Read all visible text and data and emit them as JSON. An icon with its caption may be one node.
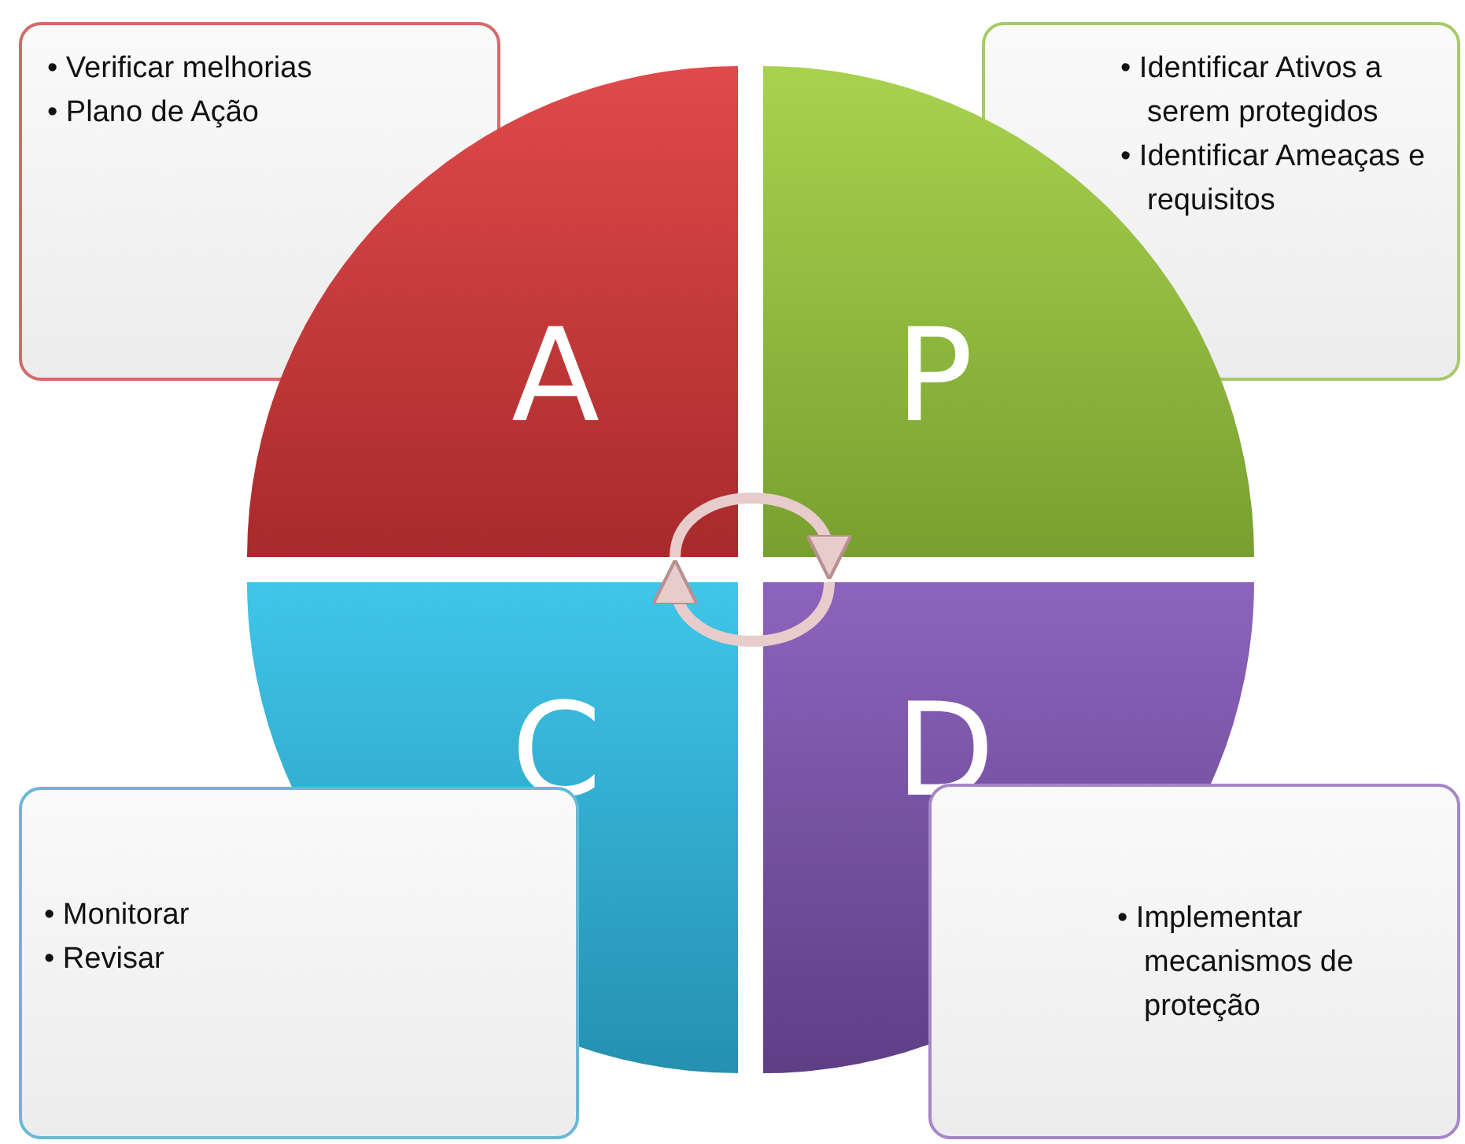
{
  "diagram": {
    "nodes": [
      {
        "text": [
          "• Verificar melhorias",
          "• Plano de Ação"
        ]
      },
      {
        "text": [
          "• Identificar Ativos a serem protegidos",
          "• Identificar Ameaças e requisitos"
        ]
      },
      {
        "text": [
          "A"
        ]
      },
      {
        "text": [
          "P"
        ]
      },
      {
        "text": [
          "C"
        ]
      },
      {
        "text": [
          "D"
        ]
      },
      {
        "text": [
          "• Monitorar",
          "• Revisar"
        ]
      },
      {
        "text": [
          "• Implementar mecanismos de proteção"
        ]
      }
    ],
    "edges": [
      {
        "from": 2,
        "to": 3,
        "arrow": "to"
      },
      {
        "from": 5,
        "to": 4,
        "arrow": "to"
      }
    ]
  }
}
